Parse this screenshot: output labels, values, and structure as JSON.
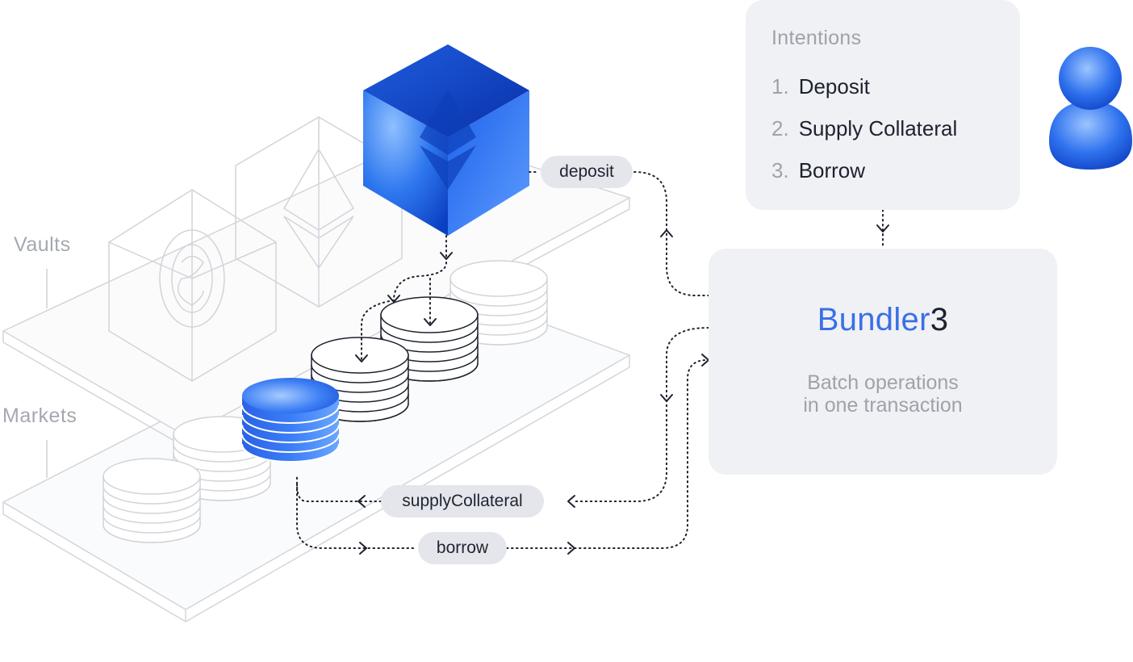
{
  "labels": {
    "vaults": "Vaults",
    "markets": "Markets"
  },
  "actions": {
    "deposit": "deposit",
    "supply": "supplyCollateral",
    "borrow": "borrow"
  },
  "intentions": {
    "title": "Intentions",
    "items": [
      {
        "num": "1.",
        "text": "Deposit"
      },
      {
        "num": "2.",
        "text": "Supply Collateral"
      },
      {
        "num": "3.",
        "text": "Borrow"
      }
    ]
  },
  "bundler": {
    "name": "Bundler",
    "version": "3",
    "subtitle_line1": "Batch operations",
    "subtitle_line2": "in one transaction"
  },
  "icons": {
    "vault_left": "usd-coin-icon",
    "vault_mid": "ethereum-icon",
    "vault_active": "ethereum-icon",
    "user": "user-icon"
  },
  "colors": {
    "accent": "#3a6fe6",
    "card": "#f0f1f5",
    "pill": "#e4e6ec",
    "outline": "#cfd1d6"
  }
}
